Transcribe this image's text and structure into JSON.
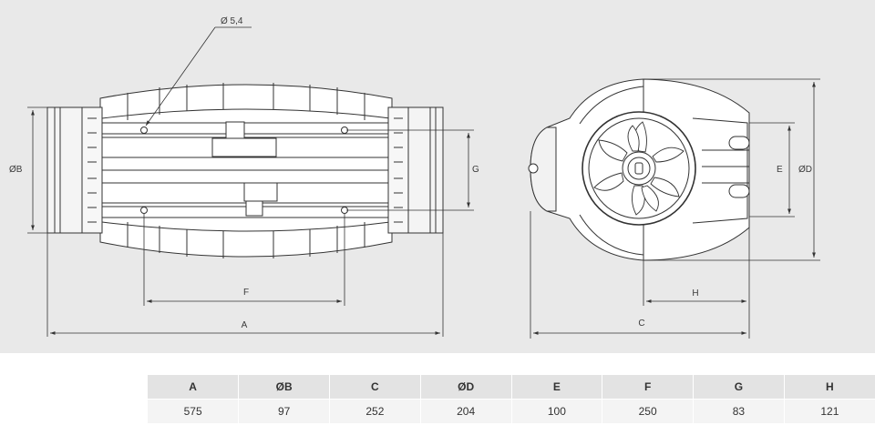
{
  "drawing": {
    "labels": {
      "hole_diameter": "Ø 5,4",
      "A": "A",
      "B": "ØB",
      "C": "C",
      "D": "ØD",
      "E": "E",
      "F": "F",
      "G": "G",
      "H": "H"
    }
  },
  "table": {
    "headers": [
      "A",
      "ØB",
      "C",
      "ØD",
      "E",
      "F",
      "G",
      "H"
    ],
    "values": [
      "575",
      "97",
      "252",
      "204",
      "100",
      "250",
      "83",
      "121"
    ]
  }
}
